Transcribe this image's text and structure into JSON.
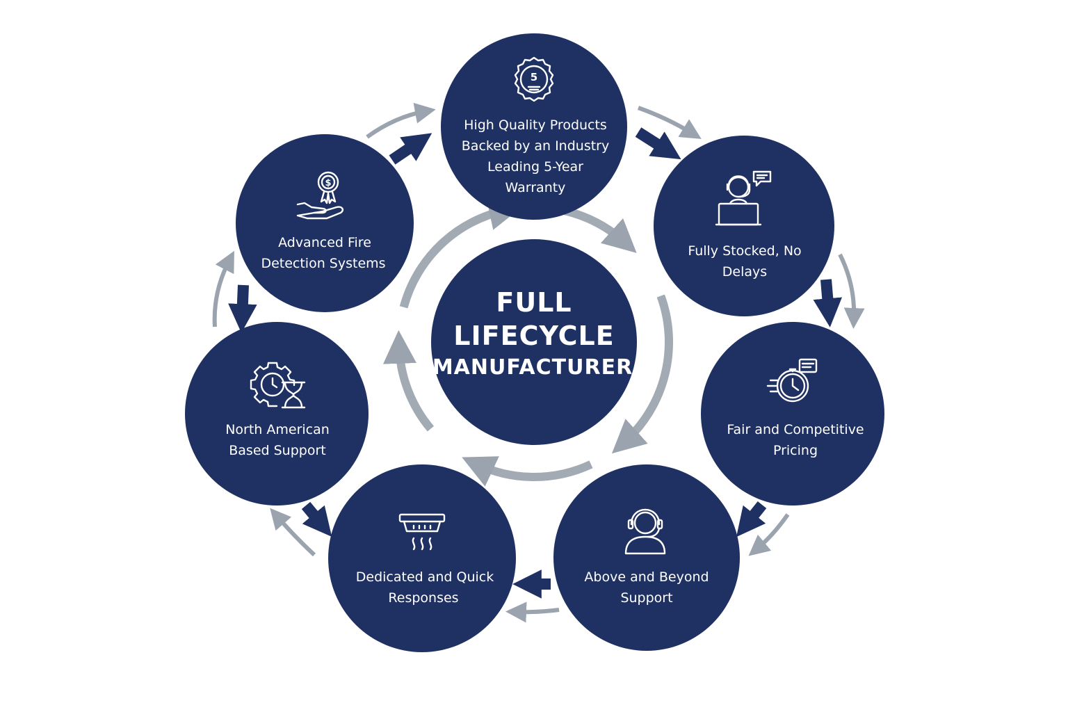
{
  "center": {
    "lines": [
      "FULL",
      "LIFECYCLE",
      "MANUFACTURER"
    ]
  },
  "nodes": [
    {
      "id": "warranty",
      "icon": "warranty-seal-icon",
      "lines": [
        "High Quality Products",
        "Backed by an Industry",
        "Leading 5-Year",
        "Warranty"
      ],
      "seal_label": "5"
    },
    {
      "id": "stocked",
      "icon": "support-agent-laptop-icon",
      "lines": [
        "Fully Stocked, No",
        "Delays"
      ]
    },
    {
      "id": "pricing",
      "icon": "stopwatch-icon",
      "lines": [
        "Fair and Competitive",
        "Pricing"
      ]
    },
    {
      "id": "above-beyond",
      "icon": "headset-agent-icon",
      "lines": [
        "Above and Beyond",
        "Support"
      ]
    },
    {
      "id": "dedicated",
      "icon": "smoke-detector-icon",
      "lines": [
        "Dedicated and Quick",
        "Responses"
      ]
    },
    {
      "id": "north-american",
      "icon": "gear-clock-hourglass-icon",
      "lines": [
        "North American",
        "Based Support"
      ]
    },
    {
      "id": "fire-detection",
      "icon": "hand-award-icon",
      "lines": [
        "Advanced Fire",
        "Detection Systems"
      ],
      "coin_label": "$"
    }
  ],
  "colors": {
    "navy": "#1f3162",
    "arrow_dark": "#1f3162",
    "arrow_gray": "#9aa3ae",
    "ring_gray": "#a2aab4",
    "background": "#ffffff",
    "text": "#ffffff"
  }
}
